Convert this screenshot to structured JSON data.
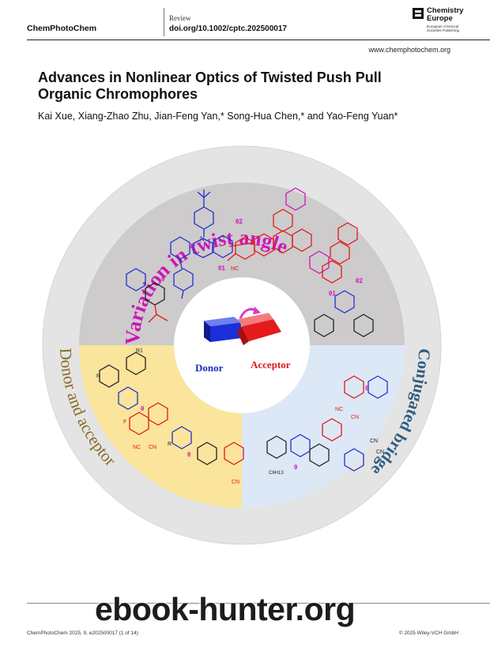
{
  "header": {
    "journal": "ChemPhotoChem",
    "article_type": "Review",
    "doi": "doi.org/10.1002/cptc.202500017",
    "logo": {
      "name_line1": "Chemistry",
      "name_line2": "Europe",
      "sub_line1": "European Chemical",
      "sub_line2": "Societies Publishing",
      "icon": "chemistry-europe-logo-icon"
    },
    "url": "www.chemphotochem.org"
  },
  "article": {
    "title": "Advances in Nonlinear Optics of Twisted Push Pull Organic Chromophores",
    "authors": "Kai Xue, Xiang-Zhao Zhu, Jian-Feng Yan,* Song-Hua Chen,* and Yao-Feng Yuan*"
  },
  "graphic": {
    "ring_top": "Variation in twist angle",
    "ring_left": "Donor and acceptor",
    "ring_right": "Conjugated bridge",
    "donor": "Donor",
    "acceptor": "Acceptor",
    "theta": "θ",
    "theta1": "θ1",
    "theta2": "θ2",
    "nc": "NC",
    "cn": "CN",
    "r": "R",
    "r1": "R1",
    "f": "F",
    "c6h13": "C6H13",
    "n_atom": "N",
    "colors": {
      "ring": "#e3e3e3",
      "top_sector": "#cdcbcb",
      "left_sector": "#fbe49b",
      "right_sector": "#dde8f6",
      "ring_top_text": "#cc18b8",
      "ring_left_text": "#8a6a24",
      "ring_right_text": "#2f5c80",
      "donor": "#1c2bb8",
      "acceptor": "#e01717"
    }
  },
  "footer": {
    "left": "ChemPhotoChem 2025, 9, e202500017 (1 of 14)",
    "right": "© 2025 Wiley-VCH GmbH"
  },
  "watermark": "ebook-hunter.org"
}
